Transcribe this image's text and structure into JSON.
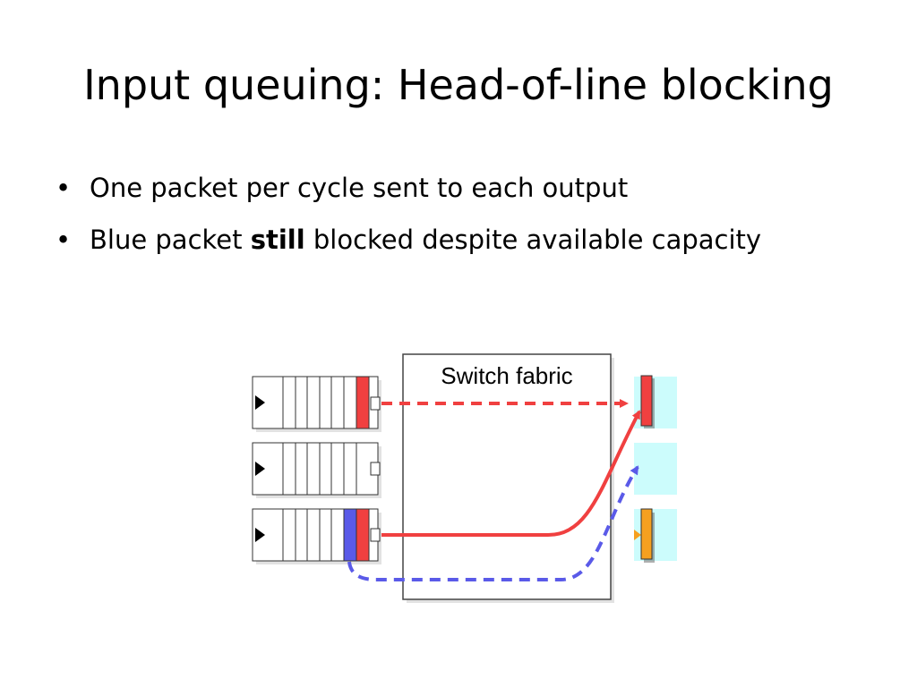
{
  "slide": {
    "title": "Input queuing: Head-of-line blocking",
    "bullets": [
      {
        "bullet": "•",
        "text": "One packet per cycle sent to each output"
      },
      {
        "bullet": "•",
        "pre": "Blue packet ",
        "bold": "still",
        "post": " blocked despite available capacity"
      }
    ]
  },
  "diagram": {
    "switch_label": "Switch fabric",
    "colors": {
      "red": "#f04040",
      "blue": "#5a5ae8",
      "orange": "#f5a020",
      "output_bg": "#ccfcfc"
    }
  }
}
